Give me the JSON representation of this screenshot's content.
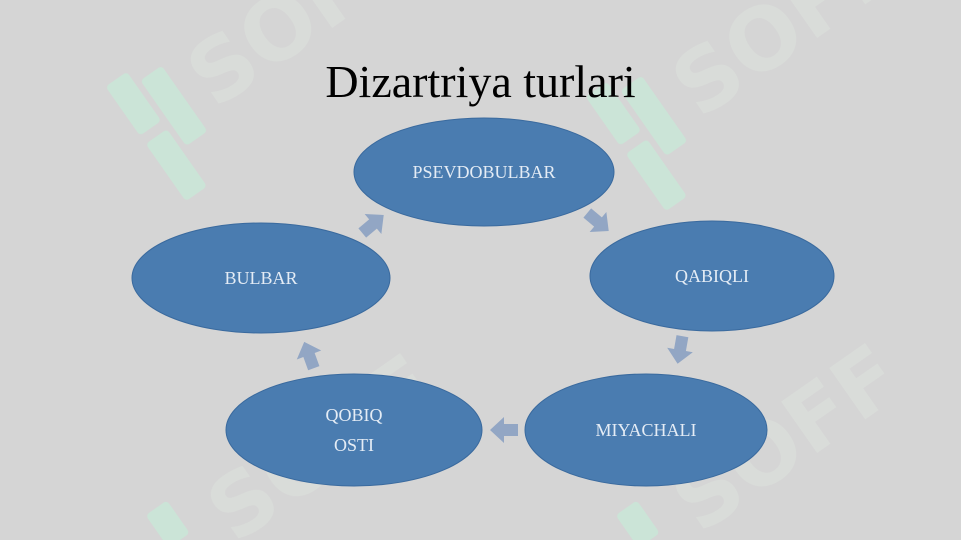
{
  "title": "Dizartriya turlari",
  "watermark_text": "SOFF",
  "colors": {
    "background": "#d5d5d5",
    "node_fill": "#4a7cb0",
    "node_stroke": "#3a6a9e",
    "node_text": "#e4ecf5",
    "arrow": "#92a6c4",
    "watermark": "#c8e6d8"
  },
  "diagram": {
    "type": "cycle",
    "nodes": [
      {
        "id": "psevdobulbar",
        "lines": [
          "PSEVDOBULBAR"
        ]
      },
      {
        "id": "qabiqli",
        "lines": [
          "QABIQLI"
        ]
      },
      {
        "id": "miyachali",
        "lines": [
          "MIYACHALI"
        ]
      },
      {
        "id": "qobiq-osti",
        "lines": [
          "QOBIQ",
          "OSTI"
        ]
      },
      {
        "id": "bulbar",
        "lines": [
          "BULBAR"
        ]
      }
    ],
    "edges": [
      {
        "from": "psevdobulbar",
        "to": "qabiqli"
      },
      {
        "from": "qabiqli",
        "to": "miyachali"
      },
      {
        "from": "miyachali",
        "to": "qobiq-osti"
      },
      {
        "from": "qobiq-osti",
        "to": "bulbar"
      },
      {
        "from": "bulbar",
        "to": "psevdobulbar"
      }
    ]
  }
}
